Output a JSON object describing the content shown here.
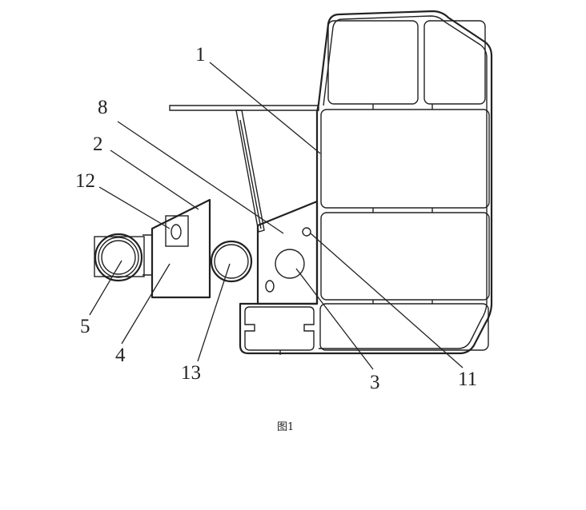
{
  "figure": {
    "caption": "图1",
    "callouts": {
      "c1": "1",
      "c2": "2",
      "c3": "3",
      "c4": "4",
      "c5": "5",
      "c8": "8",
      "c11": "11",
      "c12": "12",
      "c13": "13"
    }
  }
}
